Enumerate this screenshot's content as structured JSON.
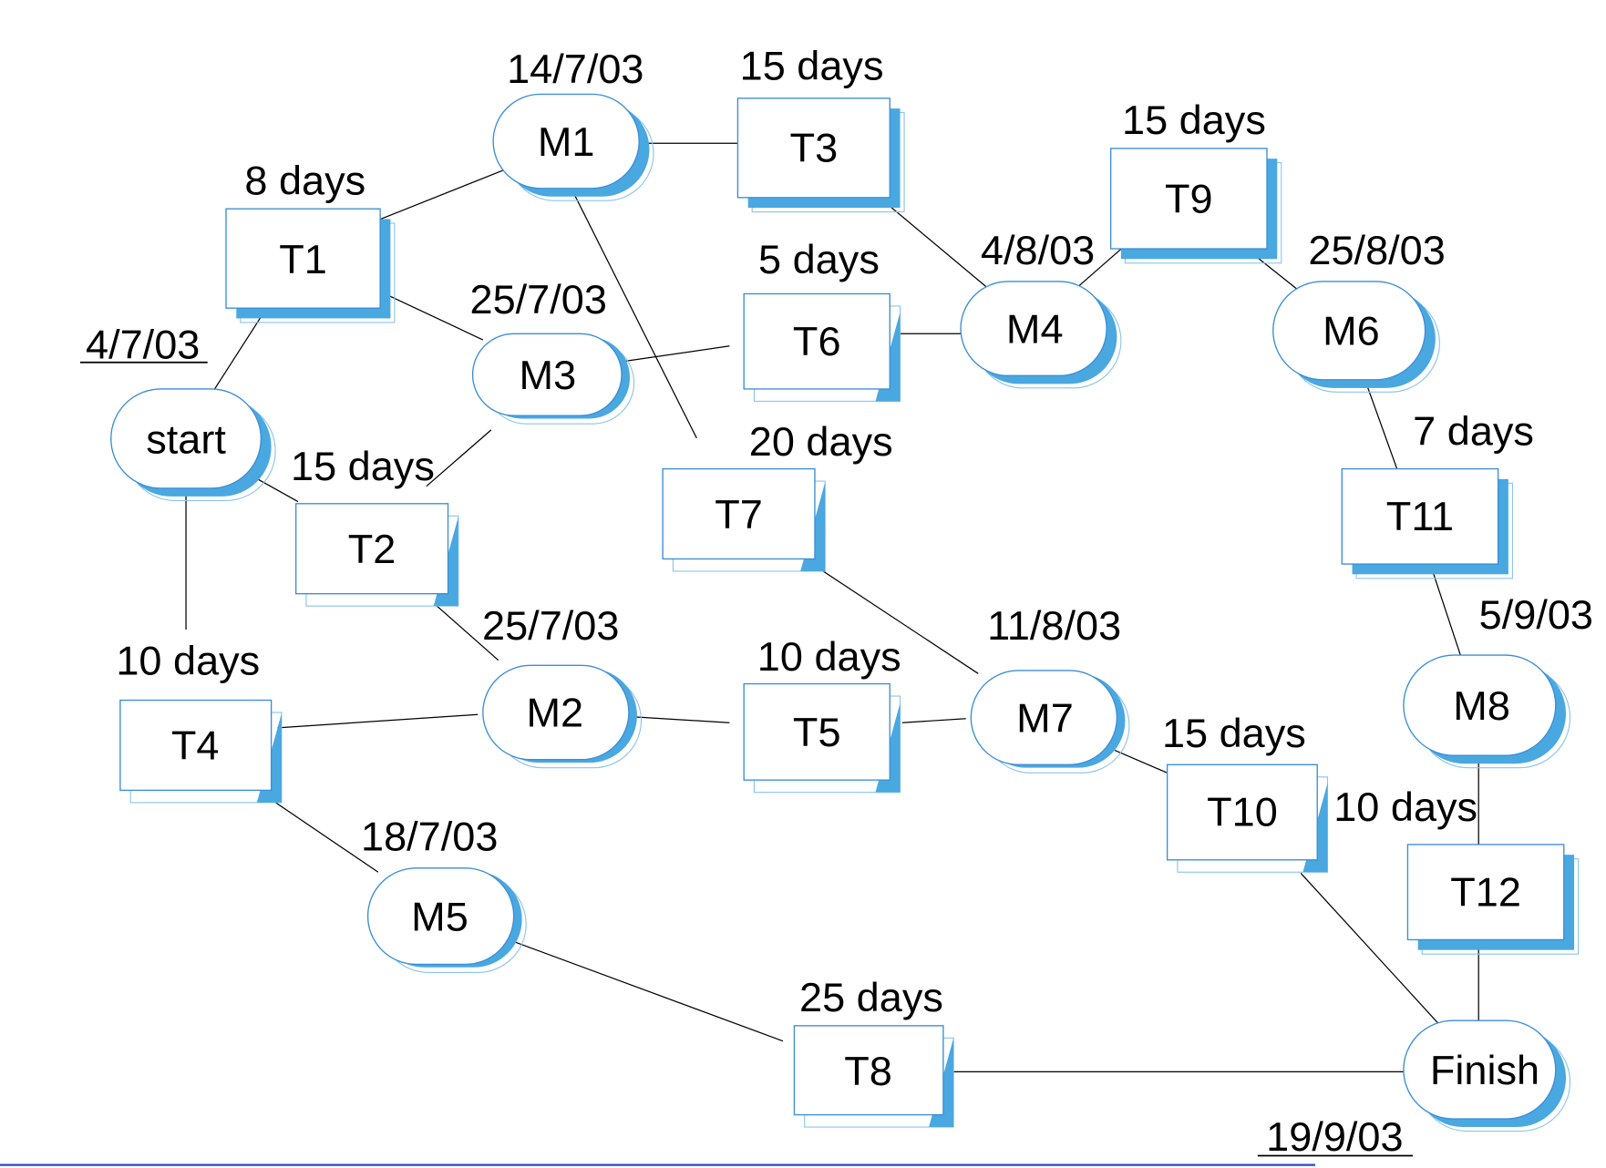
{
  "colors": {
    "shadow": "#4aa8e0",
    "outline": "#3c8ed6",
    "outline_light": "#8cc4ec",
    "line": "#000000",
    "bottom_rule": "#2a46d6"
  },
  "milestones": {
    "start": {
      "label": "start",
      "date": "4/7/03"
    },
    "M1": {
      "label": "M1",
      "date": "14/7/03"
    },
    "M2": {
      "label": "M2",
      "date": "25/7/03"
    },
    "M3": {
      "label": "M3",
      "date": "25/7/03"
    },
    "M4": {
      "label": "M4",
      "date": "4/8/03"
    },
    "M5": {
      "label": "M5",
      "date": "18/7/03"
    },
    "M6": {
      "label": "M6",
      "date": "25/8/03"
    },
    "M7": {
      "label": "M7",
      "date": "11/8/03"
    },
    "M8": {
      "label": "M8",
      "date": "5/9/03"
    },
    "finish": {
      "label": "Finish",
      "date": "19/9/03"
    }
  },
  "tasks": {
    "T1": {
      "label": "T1",
      "duration": "8 days"
    },
    "T2": {
      "label": "T2",
      "duration": "15 days"
    },
    "T3": {
      "label": "T3",
      "duration": "15 days"
    },
    "T4": {
      "label": "T4",
      "duration": "10 days"
    },
    "T5": {
      "label": "T5",
      "duration": "10 days"
    },
    "T6": {
      "label": "T6",
      "duration": "5 days"
    },
    "T7": {
      "label": "T7",
      "duration": "20 days"
    },
    "T8": {
      "label": "T8",
      "duration": "25 days"
    },
    "T9": {
      "label": "T9",
      "duration": "15 days"
    },
    "T10": {
      "label": "T10",
      "duration": "15 days"
    },
    "T11": {
      "label": "T11",
      "duration": "7 days"
    },
    "T12": {
      "label": "T12",
      "duration": "10 days"
    }
  }
}
